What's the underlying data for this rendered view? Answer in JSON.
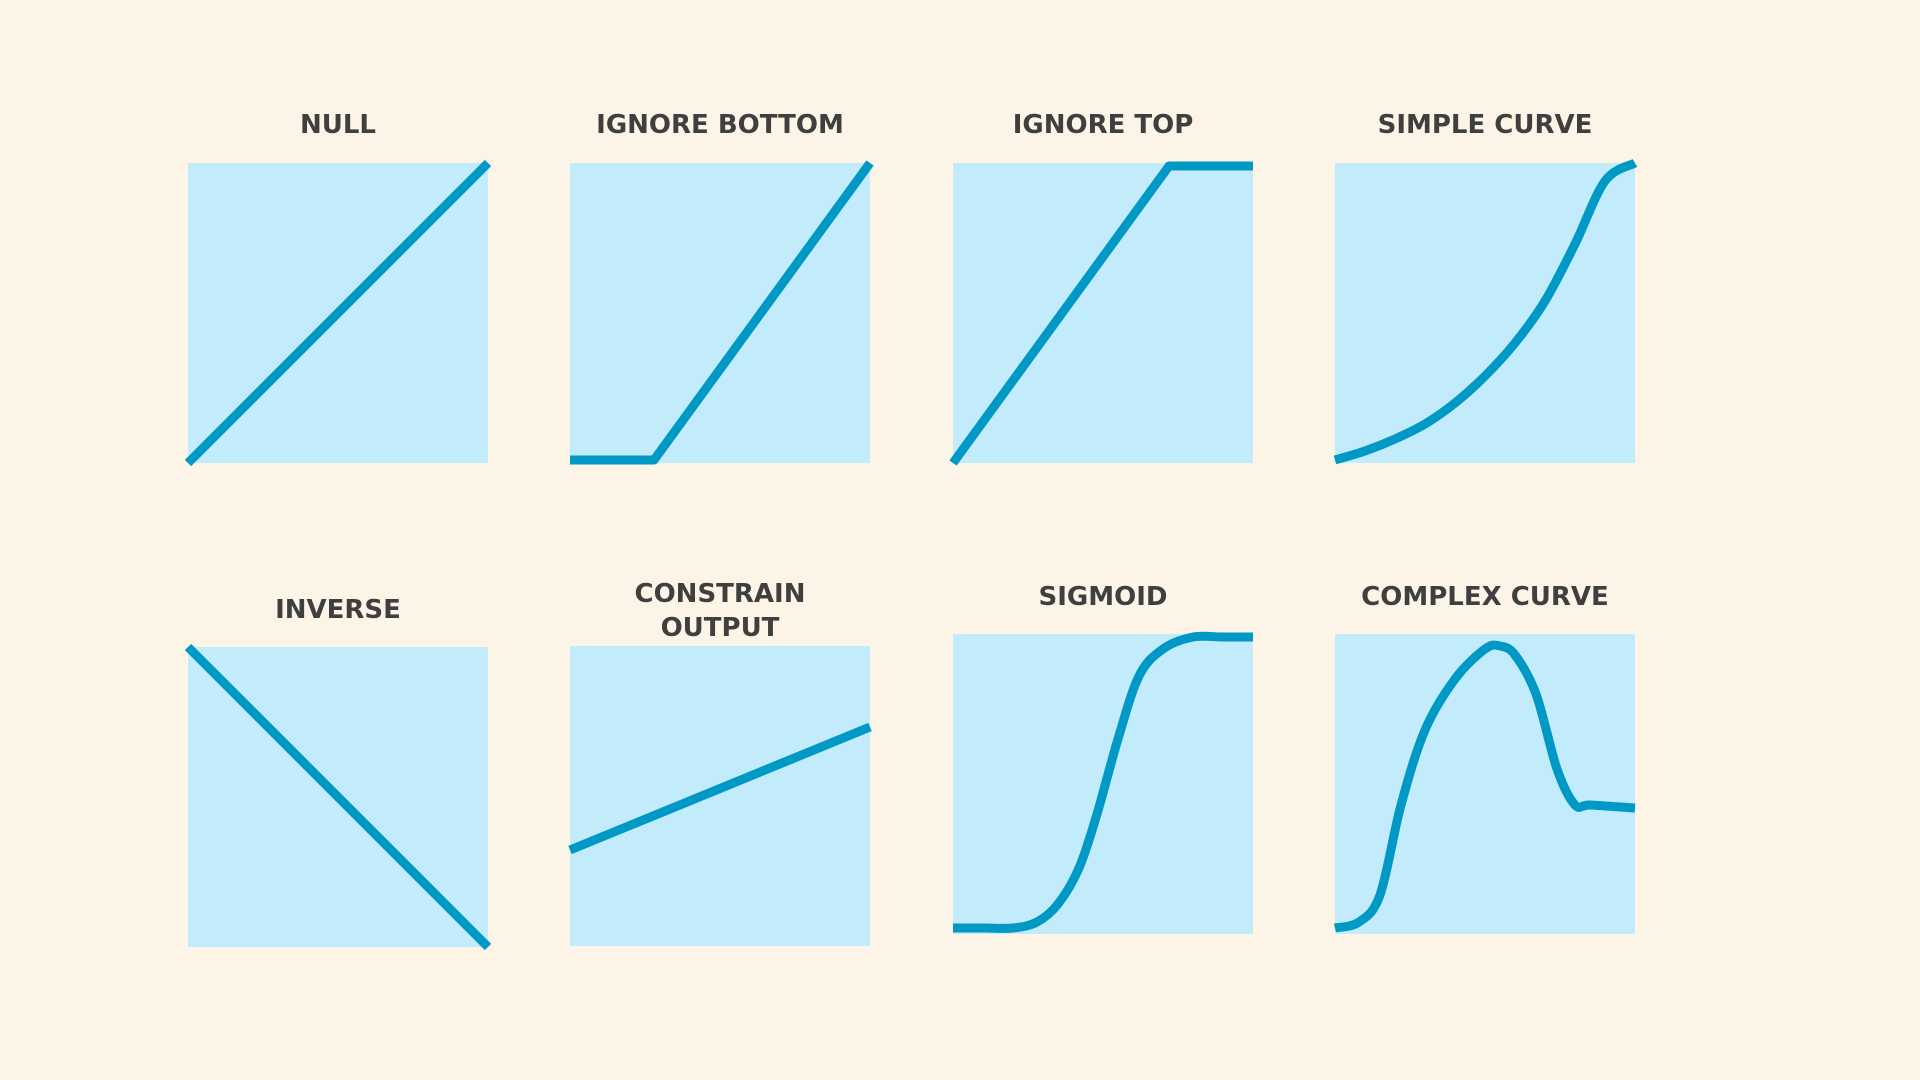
{
  "colors": {
    "background": "#fcf4e6",
    "graph_background": "#c2ebfb",
    "curve": "#0099c6",
    "title_text": "#3f3f3f"
  },
  "curves": [
    {
      "id": "null",
      "title": "NULL",
      "points": [
        [
          0,
          0
        ],
        [
          1,
          1
        ]
      ]
    },
    {
      "id": "ignore-bottom",
      "title": "IGNORE BOTTOM",
      "points": [
        [
          0,
          0.01
        ],
        [
          0.28,
          0.01
        ],
        [
          1,
          1
        ]
      ]
    },
    {
      "id": "ignore-top",
      "title": "IGNORE TOP",
      "points": [
        [
          0,
          0
        ],
        [
          0.72,
          0.99
        ],
        [
          1,
          0.99
        ]
      ]
    },
    {
      "id": "simple-curve",
      "title": "SIMPLE CURVE",
      "points": [
        [
          0,
          0.01
        ],
        [
          0.1,
          0.04
        ],
        [
          0.2,
          0.08
        ],
        [
          0.3,
          0.13
        ],
        [
          0.4,
          0.2
        ],
        [
          0.5,
          0.29
        ],
        [
          0.6,
          0.4
        ],
        [
          0.7,
          0.54
        ],
        [
          0.8,
          0.73
        ],
        [
          0.9,
          0.94
        ],
        [
          1,
          1
        ]
      ]
    },
    {
      "id": "inverse",
      "title": "INVERSE",
      "points": [
        [
          0,
          1
        ],
        [
          1,
          0
        ]
      ]
    },
    {
      "id": "constrain-output",
      "title": "CONSTRAIN\nOUTPUT",
      "points": [
        [
          0,
          0.32
        ],
        [
          1,
          0.73
        ]
      ]
    },
    {
      "id": "sigmoid",
      "title": "SIGMOID",
      "points": [
        [
          0,
          0.02
        ],
        [
          0.1,
          0.02
        ],
        [
          0.2,
          0.02
        ],
        [
          0.28,
          0.04
        ],
        [
          0.35,
          0.1
        ],
        [
          0.42,
          0.22
        ],
        [
          0.48,
          0.4
        ],
        [
          0.55,
          0.65
        ],
        [
          0.62,
          0.86
        ],
        [
          0.7,
          0.95
        ],
        [
          0.8,
          0.99
        ],
        [
          0.9,
          0.99
        ],
        [
          1,
          0.99
        ]
      ]
    },
    {
      "id": "complex-curve",
      "title": "COMPLEX CURVE",
      "points": [
        [
          0,
          0.02
        ],
        [
          0.08,
          0.04
        ],
        [
          0.15,
          0.13
        ],
        [
          0.22,
          0.43
        ],
        [
          0.3,
          0.68
        ],
        [
          0.4,
          0.85
        ],
        [
          0.5,
          0.95
        ],
        [
          0.55,
          0.96
        ],
        [
          0.6,
          0.93
        ],
        [
          0.67,
          0.8
        ],
        [
          0.74,
          0.55
        ],
        [
          0.8,
          0.43
        ],
        [
          0.85,
          0.43
        ],
        [
          1,
          0.42
        ]
      ]
    }
  ]
}
